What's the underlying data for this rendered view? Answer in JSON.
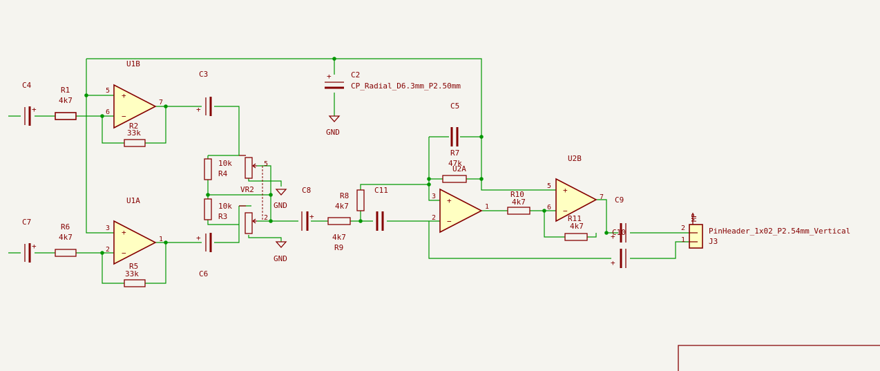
{
  "components": {
    "U1B": {
      "ref": "U1B",
      "pin_noninv": "5",
      "pin_inv": "6",
      "pin_out": "7"
    },
    "U1A": {
      "ref": "U1A",
      "pin_noninv": "3",
      "pin_inv": "2",
      "pin_out": "1"
    },
    "U2A": {
      "ref": "U2A",
      "pin_noninv": "3",
      "pin_inv": "2",
      "pin_out": "1"
    },
    "U2B": {
      "ref": "U2B",
      "pin_noninv": "5",
      "pin_inv": "6",
      "pin_out": "7"
    },
    "C2": {
      "ref": "C2",
      "value": "CP_Radial_D6.3mm_P2.50mm"
    },
    "C3": {
      "ref": "C3"
    },
    "C4": {
      "ref": "C4"
    },
    "C5": {
      "ref": "C5"
    },
    "C6": {
      "ref": "C6"
    },
    "C7": {
      "ref": "C7"
    },
    "C8": {
      "ref": "C8"
    },
    "C9": {
      "ref": "C9"
    },
    "C10": {
      "ref": "C10"
    },
    "C11": {
      "ref": "C11"
    },
    "R1": {
      "ref": "R1",
      "value": "4k7"
    },
    "R2": {
      "ref": "R2",
      "value": "33k"
    },
    "R3": {
      "ref": "R3",
      "value": "10k"
    },
    "R4": {
      "ref": "R4",
      "value": "10k"
    },
    "R5": {
      "ref": "R5",
      "value": "33k"
    },
    "R6": {
      "ref": "R6",
      "value": "4k7"
    },
    "R7": {
      "ref": "R7",
      "value": "47k"
    },
    "R8": {
      "ref": "R8",
      "value": "4k7"
    },
    "R9": {
      "ref": "R9",
      "value": "4k7"
    },
    "R10": {
      "ref": "R10",
      "value": "4k7"
    },
    "R11": {
      "ref": "R11",
      "value": "4k7"
    },
    "VR2": {
      "ref": "VR2",
      "pin_a": "5",
      "pin_b": "2"
    },
    "J3": {
      "ref": "J3",
      "value": "PinHeader_1x02_P2.54mm_Vertical",
      "pin1": "1",
      "pin2": "2",
      "pin_tag": "MP"
    }
  },
  "power": {
    "gnd_label": "GND"
  },
  "symbols": {
    "plus": "+",
    "minus": "−"
  }
}
